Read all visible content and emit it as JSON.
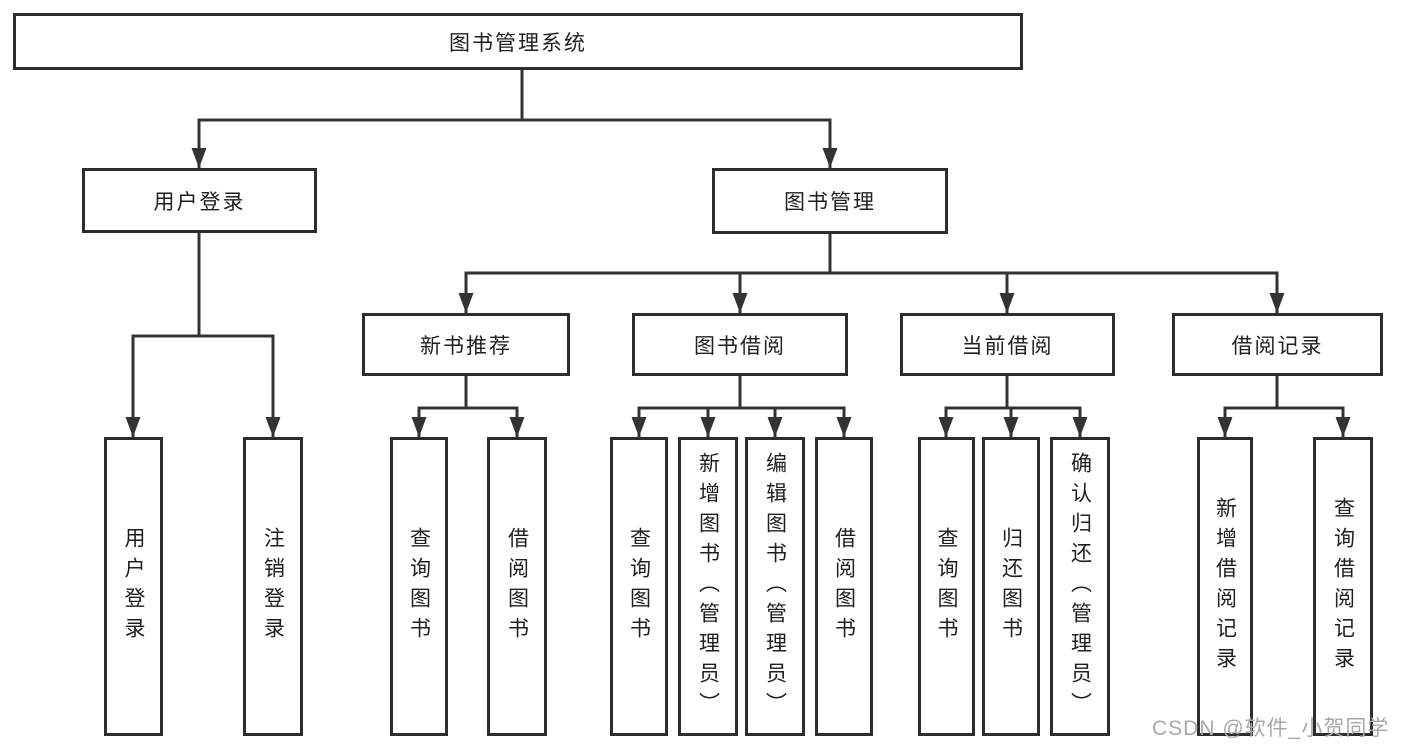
{
  "watermark": {
    "text": "CSDN @软件_小贺同学"
  },
  "colors": {
    "line": "#333333",
    "box_border": "#2d2d2d",
    "text": "#1f1f1f",
    "watermark": "#a8a8a8",
    "background": "#ffffff"
  },
  "tree": {
    "root": "图书管理系统",
    "children": [
      {
        "label": "用户登录",
        "children": [
          "用户登录",
          "注销登录"
        ]
      },
      {
        "label": "图书管理",
        "children": [
          {
            "label": "新书推荐",
            "children": [
              "查询图书",
              "借阅图书"
            ]
          },
          {
            "label": "图书借阅",
            "children": [
              "查询图书",
              "新增图书（管理员）",
              "编辑图书（管理员）",
              "借阅图书"
            ]
          },
          {
            "label": "当前借阅",
            "children": [
              "查询图书",
              "归还图书",
              "确认归还（管理员）"
            ]
          },
          {
            "label": "借阅记录",
            "children": [
              "新增借阅记录",
              "查询借阅记录"
            ]
          }
        ]
      }
    ]
  }
}
